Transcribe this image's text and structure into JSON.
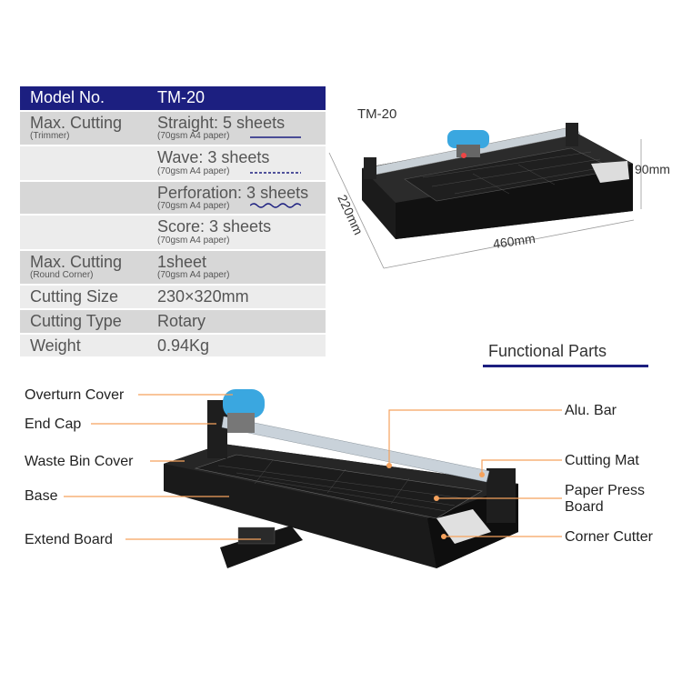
{
  "spec": {
    "header": {
      "label": "Model No.",
      "value": "TM-20"
    },
    "rows": [
      {
        "label": "Max. Cutting",
        "sublabel": "(Trimmer)",
        "value": "Straight: 5 sheets",
        "subvalue": "(70gsm A4 paper)",
        "line_style": "solid"
      },
      {
        "label": "",
        "sublabel": "",
        "value": "Wave:  3 sheets",
        "subvalue": "(70gsm A4 paper)",
        "line_style": "dashed"
      },
      {
        "label": "",
        "sublabel": "",
        "value": "Perforation: 3 sheets",
        "subvalue": "(70gsm A4 paper)",
        "line_style": "wave"
      },
      {
        "label": "",
        "sublabel": "",
        "value": "Score: 3 sheets",
        "subvalue": "(70gsm A4 paper)",
        "line_style": "none"
      },
      {
        "label": "Max. Cutting",
        "sublabel": "(Round Corner)",
        "value": "1sheet",
        "subvalue": "(70gsm A4 paper)",
        "line_style": "none"
      },
      {
        "label": "Cutting Size",
        "sublabel": "",
        "value": "230×320mm",
        "subvalue": "",
        "line_style": "none"
      },
      {
        "label": "Cutting Type",
        "sublabel": "",
        "value": "Rotary",
        "subvalue": "",
        "line_style": "none"
      },
      {
        "label": "Weight",
        "sublabel": "",
        "value": "0.94Kg",
        "subvalue": "",
        "line_style": "none"
      }
    ]
  },
  "product": {
    "model_label": "TM-20",
    "dims": {
      "width": "460mm",
      "depth": "220mm",
      "height": "90mm"
    }
  },
  "functional": {
    "title": "Functional Parts",
    "left_labels": [
      "Overturn Cover",
      "End Cap",
      "Waste Bin Cover",
      "Base",
      "Extend Board"
    ],
    "right_labels": [
      "Alu. Bar",
      "Cutting Mat",
      "Paper Press",
      "Board",
      "Corner Cutter"
    ]
  },
  "colors": {
    "header_bg": "#1c1f80",
    "row_grey": "#d7d7d7",
    "row_light": "#ececec",
    "callout_line": "#f5a25d",
    "accent_blue": "#3aa7e0"
  }
}
